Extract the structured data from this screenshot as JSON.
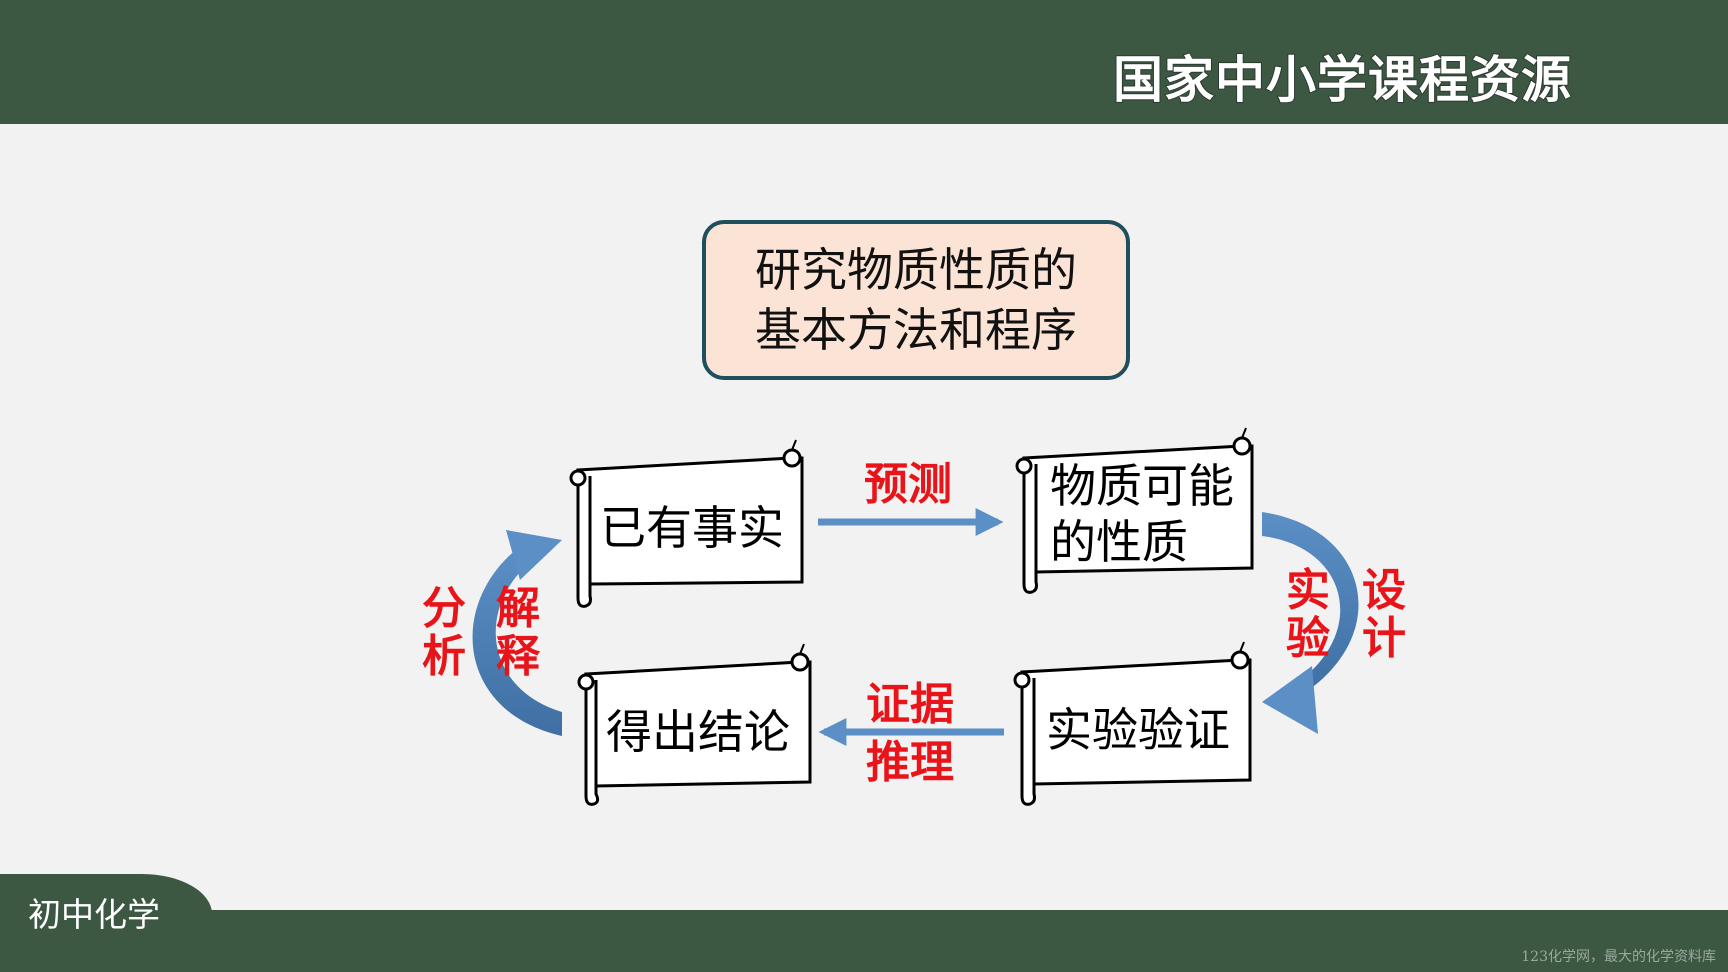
{
  "header": {
    "brand": "国家中小学课程资源"
  },
  "title_box": {
    "line1": "研究物质性质的",
    "line2": "基本方法和程序"
  },
  "nodes": {
    "facts": {
      "text": "已有事实"
    },
    "properties": {
      "line1": "物质可能",
      "line2": "的性质"
    },
    "verify": {
      "text": "实验验证"
    },
    "conclusion": {
      "text": "得出结论"
    }
  },
  "edges": {
    "predict": {
      "label": "预测"
    },
    "design": {
      "col1_top": "实",
      "col1_bottom": "验",
      "col2_top": "设",
      "col2_bottom": "计"
    },
    "evidence": {
      "line1": "证据",
      "line2": "推理"
    },
    "analysis": {
      "col1_top": "分",
      "col1_bottom": "析",
      "col2_top": "解",
      "col2_bottom": "释"
    }
  },
  "colors": {
    "header_bg": "#3c5843",
    "title_fill": "#fbe4d6",
    "title_border": "#1f4e5f",
    "arrow_blue": "#5b8fc5",
    "label_red": "#e8141a"
  },
  "footer": {
    "subject": "初中化学",
    "watermark": "123化学网，最大的化学资料库"
  }
}
